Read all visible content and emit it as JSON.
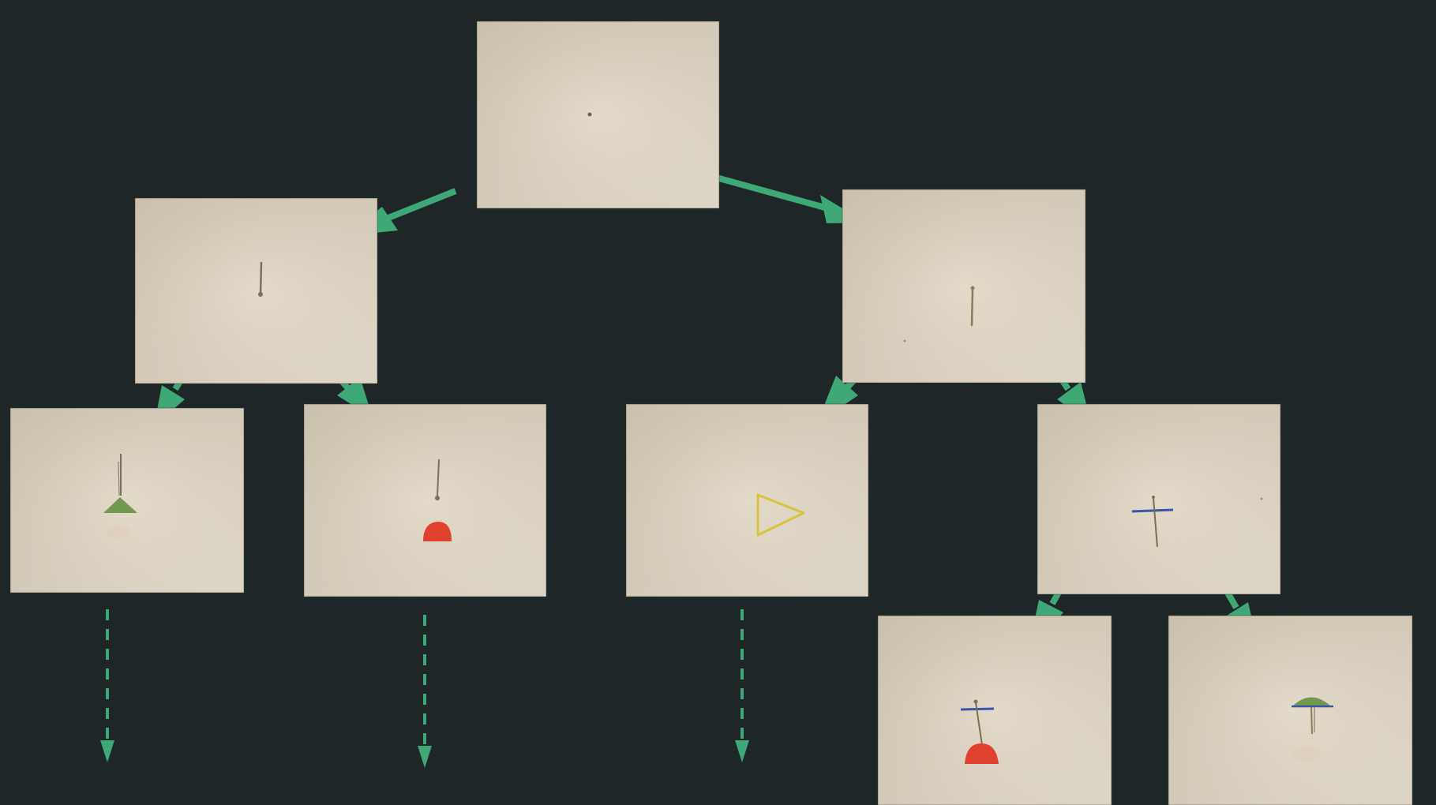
{
  "diagram": {
    "title": "",
    "background": "#1f2628",
    "arrow_color": "#3ea876",
    "paper_color": "#e3d9c7",
    "nodes": [
      {
        "id": "root",
        "drawing": "dot"
      },
      {
        "id": "left-1",
        "drawing": "vertical-stroke"
      },
      {
        "id": "right-1",
        "drawing": "vertical-stroke"
      },
      {
        "id": "left-1-a",
        "drawing": "stem-with-green-triangle"
      },
      {
        "id": "left-1-b",
        "drawing": "stem-with-red-dome"
      },
      {
        "id": "right-1-a",
        "drawing": "yellow-triangle-outline"
      },
      {
        "id": "right-1-b",
        "drawing": "blue-cross"
      },
      {
        "id": "right-1-b-a",
        "drawing": "blue-cross-with-red-dome"
      },
      {
        "id": "right-1-b-b",
        "drawing": "green-umbrella"
      }
    ],
    "edges": [
      {
        "from": "root",
        "to": "left-1",
        "style": "solid"
      },
      {
        "from": "root",
        "to": "right-1",
        "style": "solid"
      },
      {
        "from": "left-1",
        "to": "left-1-a",
        "style": "solid"
      },
      {
        "from": "left-1",
        "to": "left-1-b",
        "style": "solid"
      },
      {
        "from": "right-1",
        "to": "right-1-a",
        "style": "solid"
      },
      {
        "from": "right-1",
        "to": "right-1-b",
        "style": "solid"
      },
      {
        "from": "right-1-b",
        "to": "right-1-b-a",
        "style": "solid"
      },
      {
        "from": "right-1-b",
        "to": "right-1-b-b",
        "style": "solid"
      },
      {
        "from": "left-1-a",
        "to": "continues",
        "style": "dashed"
      },
      {
        "from": "left-1-b",
        "to": "continues",
        "style": "dashed"
      },
      {
        "from": "right-1-a",
        "to": "continues",
        "style": "dashed"
      }
    ]
  }
}
